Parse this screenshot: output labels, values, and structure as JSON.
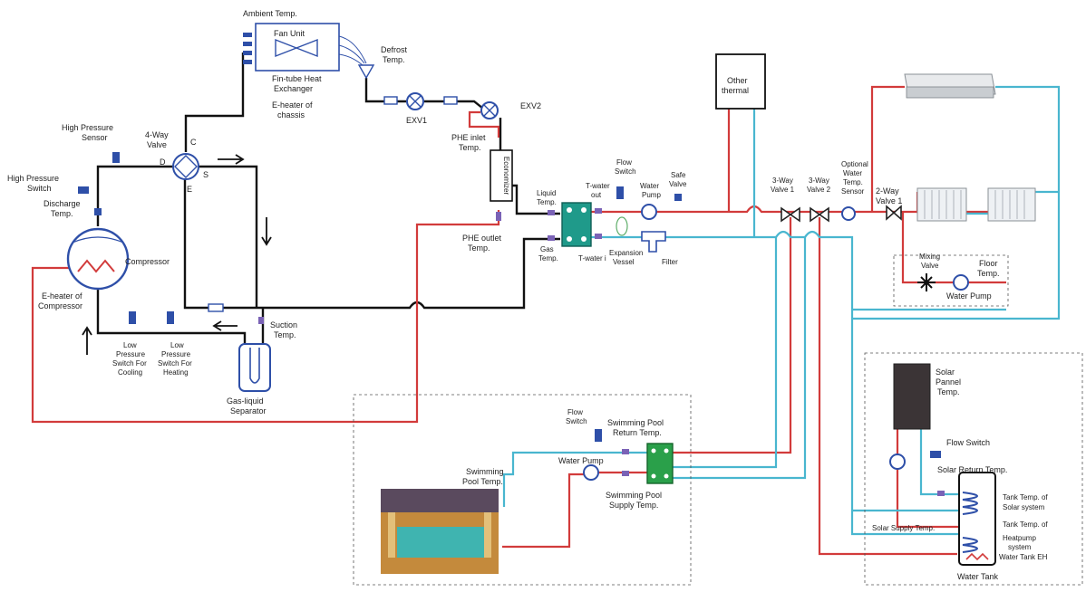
{
  "labels": {
    "ambient": "Ambient Temp.",
    "fan_unit": "Fan Unit",
    "fin_tube": "Fin-tube Heat Exchanger",
    "fin_tube_l1": "Fin-tube Heat",
    "fin_tube_l2": "Exchanger",
    "eheater_chassis_l1": "E-heater of",
    "eheater_chassis_l2": "chassis",
    "defrost_l1": "Defrost",
    "defrost_l2": "Temp.",
    "exv1": "EXV1",
    "exv2": "EXV2",
    "phe_inlet_l1": "PHE inlet",
    "phe_inlet_l2": "Temp.",
    "economizer": "Economizer",
    "phe_outlet_l1": "PHE outlet",
    "phe_outlet_l2": "Temp.",
    "liquid_l1": "Liquid",
    "liquid_l2": "Temp.",
    "gas_l1": "Gas",
    "gas_l2": "Temp.",
    "high_sensor_l1": "High Pressure",
    "high_sensor_l2": "Sensor",
    "way4_l1": "4-Way",
    "way4_l2": "Valve",
    "v_c": "C",
    "v_d": "D",
    "v_s": "S",
    "v_e": "E",
    "high_switch_l1": "High Pressure",
    "high_switch_l2": "Switch",
    "discharge_l1": "Discharge",
    "discharge_l2": "Temp.",
    "compressor": "Compressor",
    "eheater_comp_l1": "E-heater of",
    "eheater_comp_l2": "Compressor",
    "lp_cool_l1": "Low",
    "lp_cool_l2": "Pressure",
    "lp_cool_l3": "Switch For",
    "lp_cool_l4": "Cooling",
    "lp_heat_l1": "Low",
    "lp_heat_l2": "Pressure",
    "lp_heat_l3": "Switch For",
    "lp_heat_l4": "Heating",
    "suction_l1": "Suction",
    "suction_l2": "Temp.",
    "separator_l1": "Gas-liquid",
    "separator_l2": "Separator",
    "twater_out_l1": "T-water",
    "twater_out_l2": "out",
    "twater_in": "T-water i",
    "flow_switch_l1": "Flow",
    "flow_switch_l2": "Switch",
    "water_pump_l1": "Water",
    "water_pump_l2": "Pump",
    "safe_valve_l1": "Safe",
    "safe_valve_l2": "Valve",
    "expansion_l1": "Expansion",
    "expansion_l2": "Vessel",
    "filter": "Filter",
    "other_thermal_l1": "Other",
    "other_thermal_l2": "thermal",
    "valve3_1_l1": "3-Way",
    "valve3_1_l2": "Valve 1",
    "valve3_2_l1": "3-Way",
    "valve3_2_l2": "Valve 2",
    "opt_sensor_l1": "Optional",
    "opt_sensor_l2": "Water",
    "opt_sensor_l3": "Temp.",
    "opt_sensor_l4": "Sensor",
    "valve2_l1": "2-Way",
    "valve2_l2": "Valve 1",
    "mixing_l1": "Mixing",
    "mixing_l2": "Valve",
    "floor_l1": "Floor",
    "floor_l2": "Temp.",
    "floor_pump": "Water Pump",
    "solar_panel_l1": "Solar",
    "solar_panel_l2": "Pannel",
    "solar_panel_l3": "Temp.",
    "solar_flow": "Flow Switch",
    "solar_return": "Solar Return Temp.",
    "tank_solar_l1": "Tank Temp. of",
    "tank_solar_l2": "Solar system",
    "tank_hp_l1": "Tank Temp. of",
    "tank_hp_l2": "Heatpump",
    "tank_hp_l3": "system",
    "tank_eh": "Water Tank EH",
    "solar_supply": "Solar Supply Temp.",
    "water_tank": "Water Tank",
    "pool_flow_l1": "Flow",
    "pool_flow_l2": "Switch",
    "pool_return_l1": "Swimming Pool",
    "pool_return_l2": "Return Temp.",
    "pool_pump": "Water Pump",
    "pool_temp_l1": "Swimming",
    "pool_temp_l2": "Pool Temp.",
    "pool_supply_l1": "Swimming Pool",
    "pool_supply_l2": "Supply Temp."
  },
  "colors": {
    "refrigerant": "#111111",
    "hot_water": "#d23b3b",
    "return_water": "#49b6cf",
    "component": "#2e4fa8",
    "heat_exchanger": "#1f9a8a",
    "pool_hex": "#2aa04a"
  }
}
